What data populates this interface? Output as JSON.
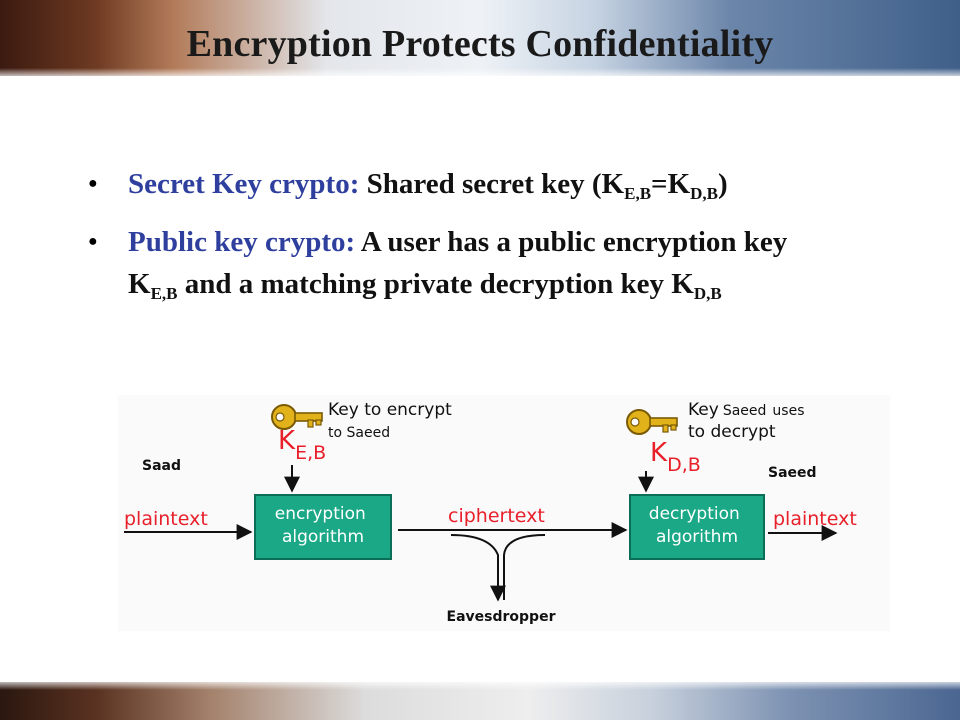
{
  "slide": {
    "title": "Encryption Protects Confidentiality"
  },
  "bullets": [
    {
      "lead": "Secret Key crypto:",
      "text": " Shared secret key (K",
      "sub1": "E,B",
      "mid": "=K",
      "sub2": "D,B",
      "end": ")"
    },
    {
      "lead": "Public key crypto:",
      "text": " A user has a public encryption key K",
      "sub1": "E,B",
      "mid": " and a matching private decryption key K",
      "sub2": "D,B",
      "end": ""
    }
  ],
  "diagram": {
    "sender": "Saad",
    "receiver": "Saeed",
    "enc_key_note_line1": "Key to encrypt",
    "enc_key_note_line2": "to Saeed",
    "dec_key_note_line1a": "Key",
    "dec_key_note_line1b": "Saeed",
    "dec_key_note_line1c": "uses",
    "dec_key_note_line2": "to decrypt",
    "key_letter": "K",
    "enc_key_sub": "E,B",
    "dec_key_sub": "D,B",
    "plaintext_in": "plaintext",
    "plaintext_out": "plaintext",
    "ciphertext": "ciphertext",
    "enc_box_line1": "encryption",
    "enc_box_line2": "algorithm",
    "dec_box_line1": "decryption",
    "dec_box_line2": "algorithm",
    "eavesdropper": "Eavesdropper",
    "colors": {
      "red": "#e8202a",
      "box": "#1aa886",
      "box_border": "#0c6e56",
      "key_gold": "#e2b21a",
      "bullet_lead": "#2f3f9e"
    },
    "icons": [
      "key-icon",
      "key-icon"
    ]
  }
}
